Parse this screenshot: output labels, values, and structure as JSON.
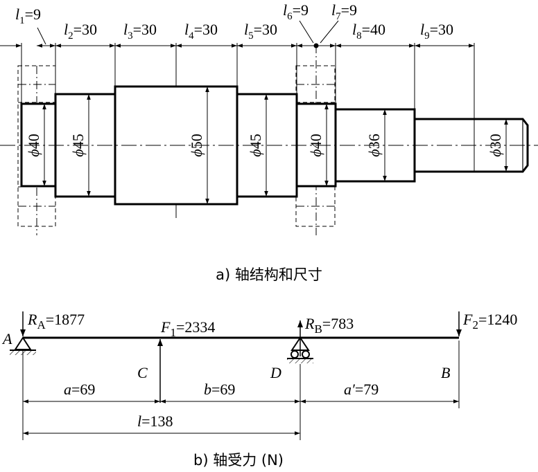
{
  "shaft_lengths": [
    {
      "id": "l1",
      "sym": "l",
      "sub": "1",
      "val": "=9"
    },
    {
      "id": "l2",
      "sym": "l",
      "sub": "2",
      "val": "=30"
    },
    {
      "id": "l3",
      "sym": "l",
      "sub": "3",
      "val": "=30"
    },
    {
      "id": "l4",
      "sym": "l",
      "sub": "4",
      "val": "=30"
    },
    {
      "id": "l5",
      "sym": "l",
      "sub": "5",
      "val": "=30"
    },
    {
      "id": "l6",
      "sym": "l",
      "sub": "6",
      "val": "=9"
    },
    {
      "id": "l7",
      "sym": "l",
      "sub": "7",
      "val": "=9"
    },
    {
      "id": "l8",
      "sym": "l",
      "sub": "8",
      "val": "=40"
    },
    {
      "id": "l9",
      "sym": "l",
      "sub": "9",
      "val": "=30"
    }
  ],
  "diameters": [
    {
      "id": "d1",
      "sym": "ϕ",
      "val": "40"
    },
    {
      "id": "d2",
      "sym": "ϕ",
      "val": "45"
    },
    {
      "id": "d3",
      "sym": "ϕ",
      "val": "50"
    },
    {
      "id": "d4",
      "sym": "ϕ",
      "val": "45"
    },
    {
      "id": "d5",
      "sym": "ϕ",
      "val": "40"
    },
    {
      "id": "d6",
      "sym": "ϕ",
      "val": "36"
    },
    {
      "id": "d7",
      "sym": "ϕ",
      "val": "30"
    }
  ],
  "caption_a": "a) 轴结构和尺寸",
  "caption_b": "b) 轴受力 (N)",
  "forces": {
    "RA": {
      "sym": "R",
      "sub": "A",
      "val": "=1877"
    },
    "F1": {
      "sym": "F",
      "sub": "1",
      "val": "=2334"
    },
    "RB": {
      "sym": "R",
      "sub": "B",
      "val": "=783"
    },
    "F2": {
      "sym": "F",
      "sub": "2",
      "val": "=1240"
    }
  },
  "points": {
    "A": "A",
    "B": "B",
    "C": "C",
    "D": "D"
  },
  "spans": {
    "a": {
      "sym": "a",
      "val": "=69"
    },
    "b": {
      "sym": "b",
      "val": "=69"
    },
    "a_prime": {
      "sym": "a′",
      "val": "=79"
    },
    "l": {
      "sym": "l",
      "val": "=138"
    }
  }
}
